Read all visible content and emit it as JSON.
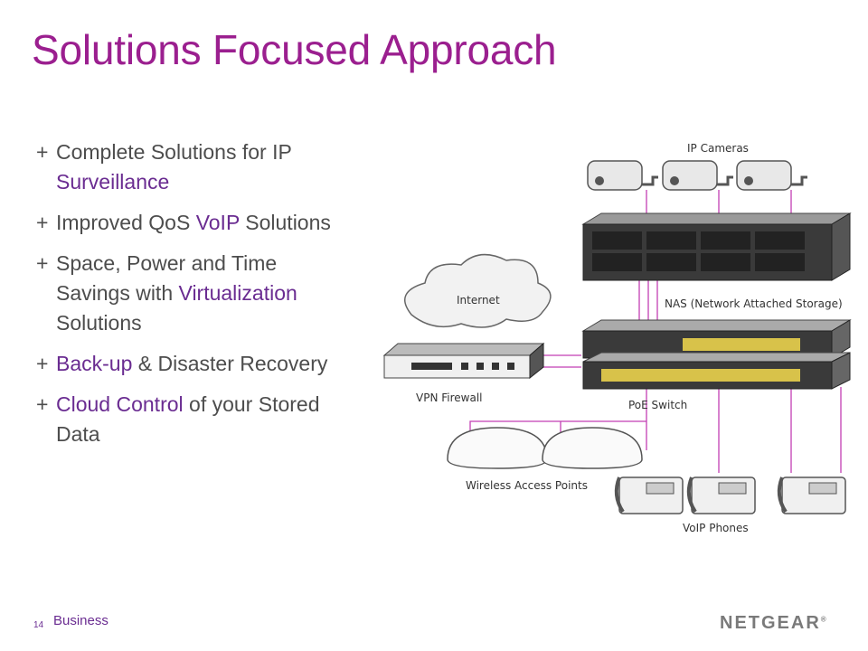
{
  "slide": {
    "title": "Solutions Focused Approach",
    "bullets": [
      {
        "segments": [
          {
            "text": "Complete Solutions for IP ",
            "hl": false
          },
          {
            "text": "Surveillance",
            "hl": true
          }
        ]
      },
      {
        "segments": [
          {
            "text": "Improved QoS ",
            "hl": false
          },
          {
            "text": "VoIP",
            "hl": true
          },
          {
            "text": " Solutions",
            "hl": false
          }
        ]
      },
      {
        "segments": [
          {
            "text": "Space, Power and Time Savings with ",
            "hl": false
          },
          {
            "text": "Virtualization",
            "hl": true
          },
          {
            "text": " Solutions",
            "hl": false
          }
        ]
      },
      {
        "segments": [
          {
            "text": "Back-up",
            "hl": true
          },
          {
            "text": " & Disaster Recovery",
            "hl": false
          }
        ]
      },
      {
        "segments": [
          {
            "text": "Cloud Control",
            "hl": true
          },
          {
            "text": " of your Stored Data",
            "hl": false
          }
        ]
      }
    ],
    "bullet_marker": "+"
  },
  "diagram": {
    "ip_cameras": "IP Cameras",
    "internet": "Internet",
    "nas": "NAS (Network Attached Storage)",
    "vpn_firewall": "VPN Firewall",
    "poe_switch": "PoE Switch",
    "wireless_aps": "Wireless Access Points",
    "voip_phones": "VoIP Phones"
  },
  "footer": {
    "page_number": "14",
    "label": "Business",
    "logo": "NETGEAR",
    "logo_mark": "®"
  },
  "colors": {
    "title": "#9b1f8f",
    "highlight": "#6a2c91",
    "link_line": "#c23fb3"
  }
}
